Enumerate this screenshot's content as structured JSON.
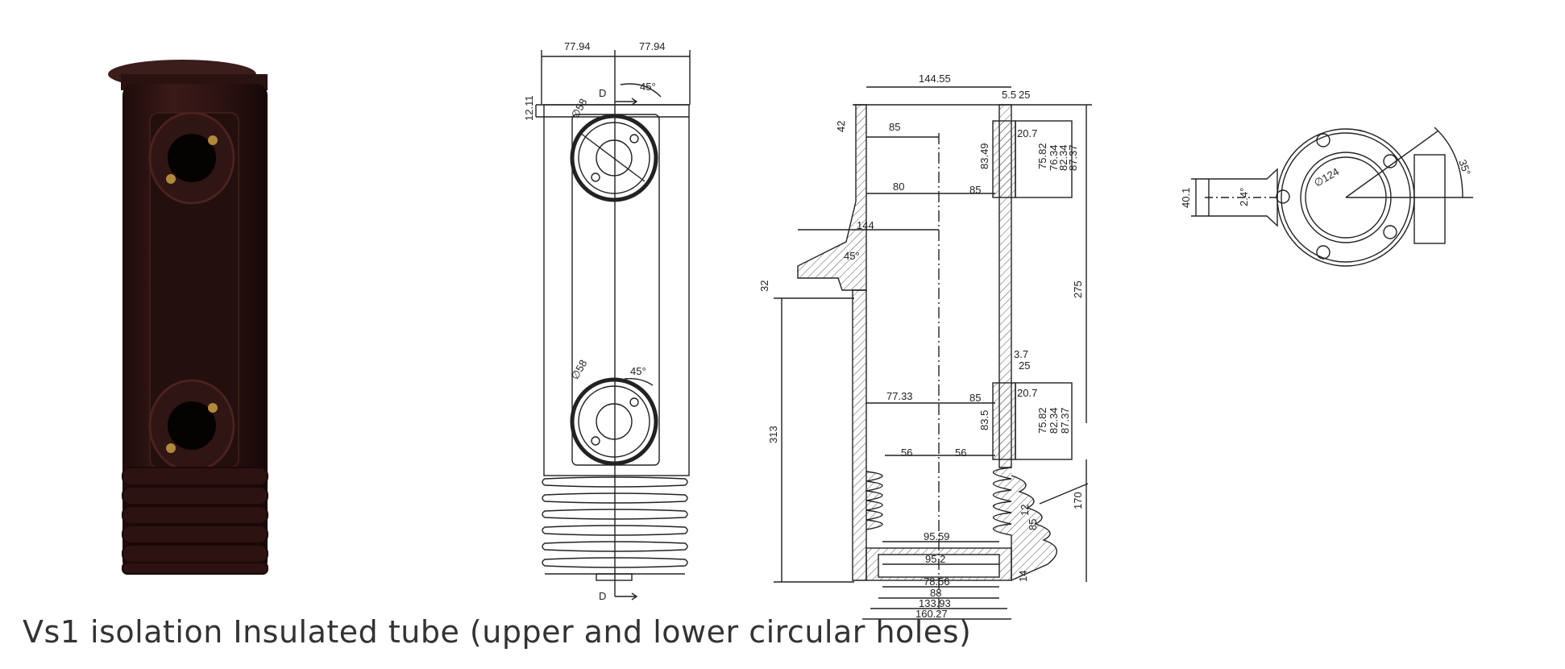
{
  "caption": "Vs1 isolation Insulated tube (upper and lower circular holes)",
  "colors": {
    "product_body": "#2a1413",
    "product_highlight": "#4a2220",
    "line": "#222222",
    "hatch": "#555555",
    "caption": "#333333"
  },
  "front_view": {
    "dims": {
      "half_width_left": "77.94",
      "half_width_right": "77.94",
      "lip": "12.11",
      "section_mark_top": "D",
      "section_mark_bottom": "D",
      "hole_upper_dia": "∅58",
      "hole_lower_dia": "∅58",
      "angle_upper": "45°",
      "angle_lower": "45°"
    }
  },
  "section_view": {
    "dims": {
      "top_width": "144.55",
      "top_step_a": "5.5",
      "top_step_b": "25",
      "top_flange": "42",
      "inner_85_top": "85",
      "upper_boss": "83.49",
      "upper_20_7": "20.7",
      "upper_75_82": "75.82",
      "upper_76_34": "76.34",
      "upper_82_34": "82.34",
      "upper_87_37": "87.37",
      "mid_80": "80",
      "mid_85": "85",
      "side_144": "144",
      "side_angle": "45°",
      "side_32": "32",
      "right_275": "275",
      "lower_3_7": "3.7",
      "lower_25": "25",
      "lower_20_7": "20.7",
      "lower_77_33": "77.33",
      "lower_85": "85",
      "lower_boss": "83.5",
      "lower_75_82": "75.82",
      "lower_82_34": "82.34",
      "lower_87_37": "87.37",
      "left_313": "313",
      "rib_56_left": "56",
      "rib_56_right": "56",
      "right_170": "170",
      "rib_85": "85",
      "rib_12": "12",
      "base_95_59": "95.59",
      "base_95_2": "95.2",
      "base_14": "14",
      "base_78_56": "78.56",
      "base_88": "88",
      "base_133_93": "133.93",
      "base_160_27": "160.27"
    }
  },
  "top_view": {
    "dims": {
      "tab_40_1": "40.1",
      "tab_angle": "2.4°",
      "bore": "∅124",
      "angle": "35°"
    }
  }
}
